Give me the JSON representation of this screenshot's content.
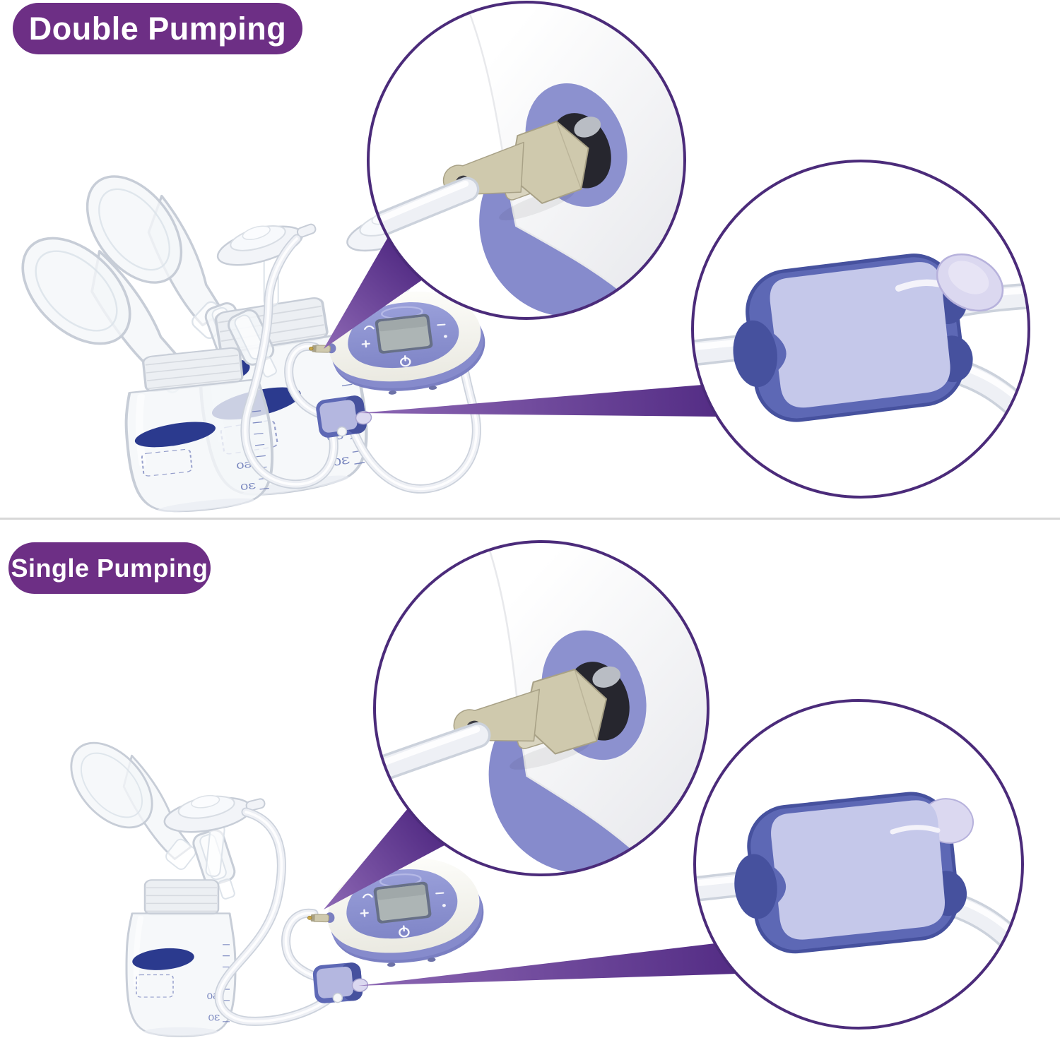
{
  "sections": [
    {
      "id": "double-pumping",
      "badge": "Double Pumping"
    },
    {
      "id": "single-pumping",
      "badge": "Single Pumping"
    }
  ],
  "bottle": {
    "scale_labels": [
      "60",
      "30"
    ]
  },
  "icons": {
    "pump_wave": "wave-icon",
    "pump_plus": "plus-icon",
    "pump_minus": "minus-icon",
    "pump_dot": "dot-icon",
    "pump_power": "power-icon",
    "magnifier_callout": "magnifier-circle",
    "magnifier_wedge": "magnifier-wedge"
  },
  "colors": {
    "canvas-bg": "#ffffff",
    "badge-bg": "#6d2f85",
    "badge-text": "#ffffff",
    "circle-border": "#4b2b7a",
    "wedge-light": "#8d68b4",
    "wedge-dark": "#552e86",
    "divider": "#d8d8d8",
    "pump-face": "#9196d3",
    "pump-face-dark": "#7a7fc2",
    "pump-base": "#868bcc",
    "lcd": "#adb5b5",
    "lcd-border": "#677087",
    "tube": "#eef0f5",
    "tube-outline": "#ccd2dc",
    "beige": "#cfc9ad",
    "beige-dark": "#a8a186",
    "splitter-case": "#5d68b5",
    "splitter-case-dark": "#46519e",
    "splitter-plate": "#c5c8ea",
    "splitter-cap": "#dbd8f0",
    "small-splitter-plate": "#b4b7e0",
    "navy-label": "#2b3a8e",
    "glass-line": "#c7cdd7",
    "glass-fill": "#f4f6f9",
    "port-ring": "#8c91cf",
    "port-hole": "#26262e",
    "scale-text": "#5a6ab0",
    "gold-pin": "#c9a84c"
  }
}
